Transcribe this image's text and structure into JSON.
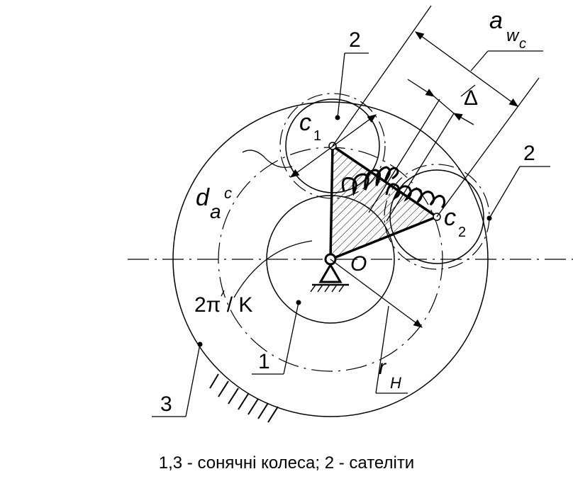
{
  "labels": {
    "planet_top_number": "2",
    "planet_right_number": "2",
    "sun_gear_number": "1",
    "ring_gear_number": "3",
    "center_distance_main": "a",
    "center_distance_sub": "w",
    "center_distance_subsub": "c",
    "clearance": "Δ",
    "tip_diameter_main": "d",
    "tip_diameter_sub": "a",
    "tip_diameter_sup": "c",
    "angle_label": "2π / K",
    "center_label": "O",
    "planet_center_1_main": "c",
    "planet_center_1_sub": "1",
    "planet_center_2_main": "c",
    "planet_center_2_sub": "2",
    "carrier_radius_main": "r",
    "carrier_radius_sub": "H"
  },
  "caption": "1,3 - сонячні колеса; 2 - сателіти"
}
